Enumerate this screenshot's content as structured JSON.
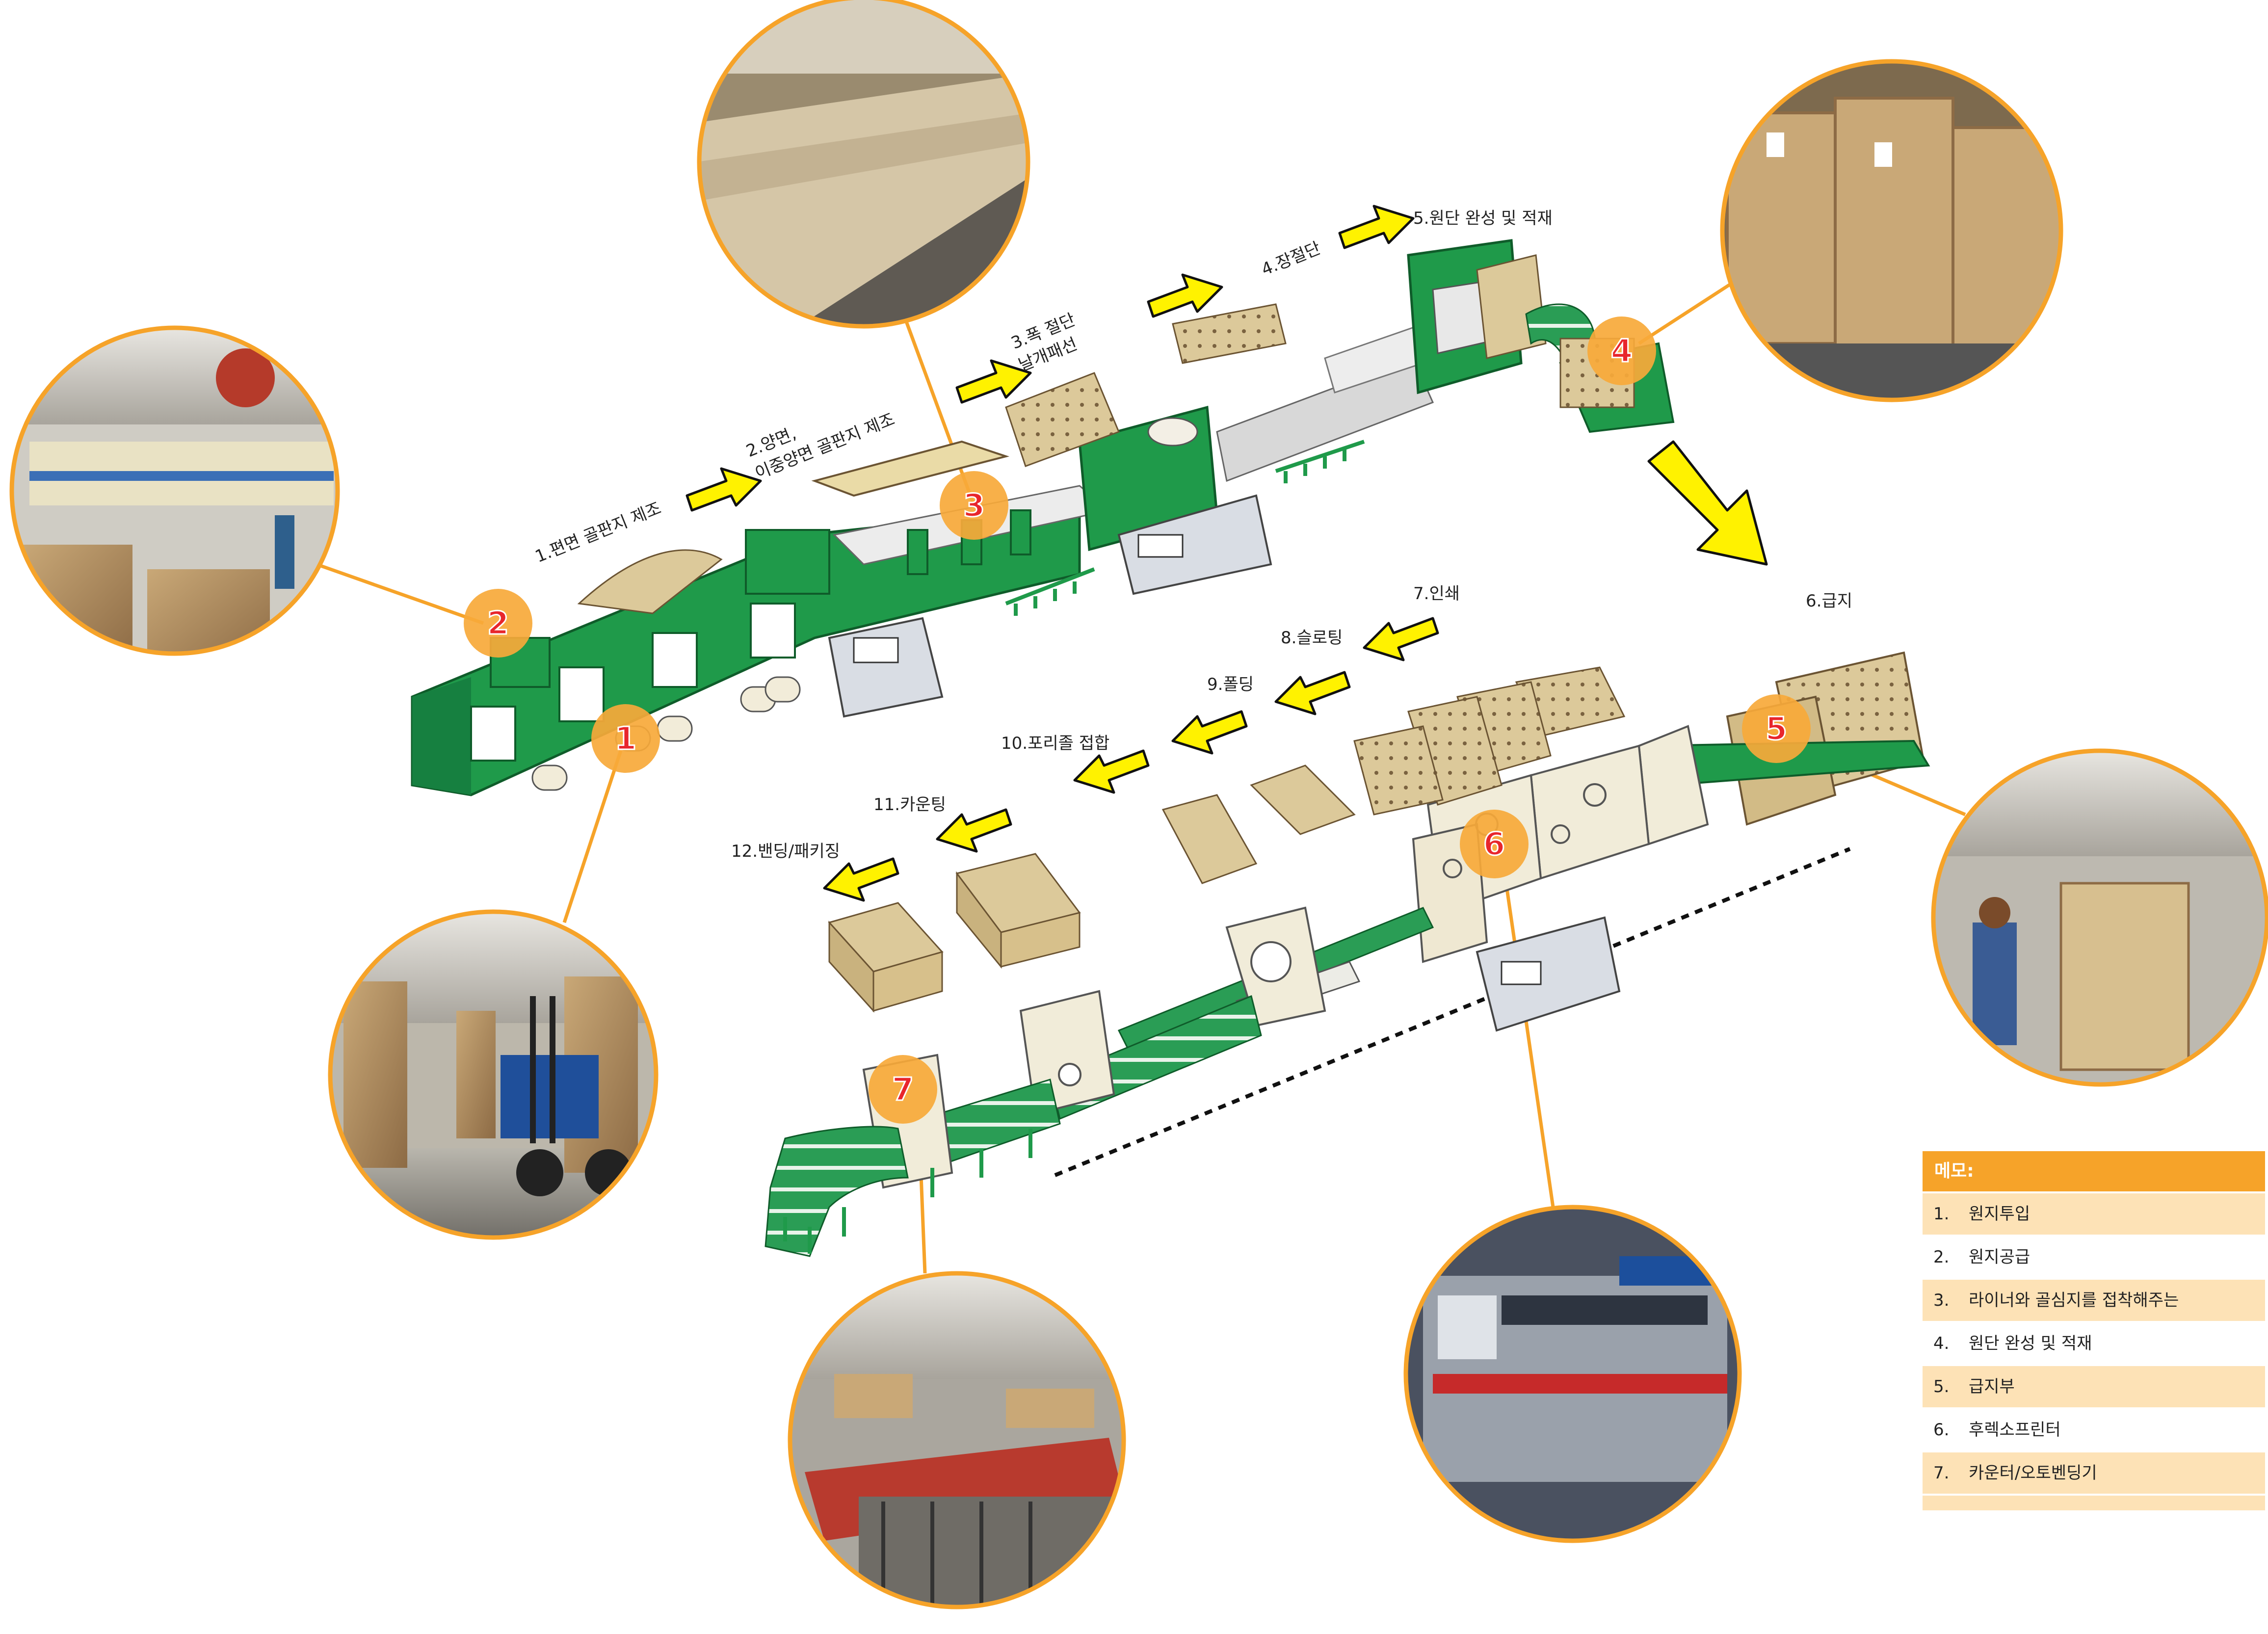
{
  "steps": {
    "s1": "1.편면 골판지 제조",
    "s2a": "2.양면,",
    "s2b": "이중양면 골판지 제조",
    "s3a": "3.폭 절단",
    "s3b": "날개패선",
    "s4": "4.장절단",
    "s5": "5.원단 완성 및 적재",
    "s6": "6.급지",
    "s7": "7.인쇄",
    "s8": "8.슬로팅",
    "s9": "9.폴딩",
    "s10": "10.포리졸 접합",
    "s11": "11.카운팅",
    "s12": "12.밴딩/패키징"
  },
  "badges": [
    "1",
    "2",
    "3",
    "4",
    "5",
    "6",
    "7"
  ],
  "memo": {
    "title": "메모:",
    "items": [
      {
        "n": "1.",
        "text": "원지투입"
      },
      {
        "n": "2.",
        "text": "원지공급"
      },
      {
        "n": "3.",
        "text": "라이너와 골심지를 접착해주는"
      },
      {
        "n": "4.",
        "text": "원단 완성 및 적재"
      },
      {
        "n": "5.",
        "text": "급지부"
      },
      {
        "n": "6.",
        "text": "후렉소프린터"
      },
      {
        "n": "7.",
        "text": "카운터/오토벤딩기"
      }
    ]
  },
  "colors": {
    "accent": "#f6a329",
    "badge_fill": "#f7a93a",
    "badge_text": "#e8262c",
    "machine_green": "#1f9a4a",
    "arrow_yellow": "#fff200",
    "board": "#dcc99a"
  }
}
